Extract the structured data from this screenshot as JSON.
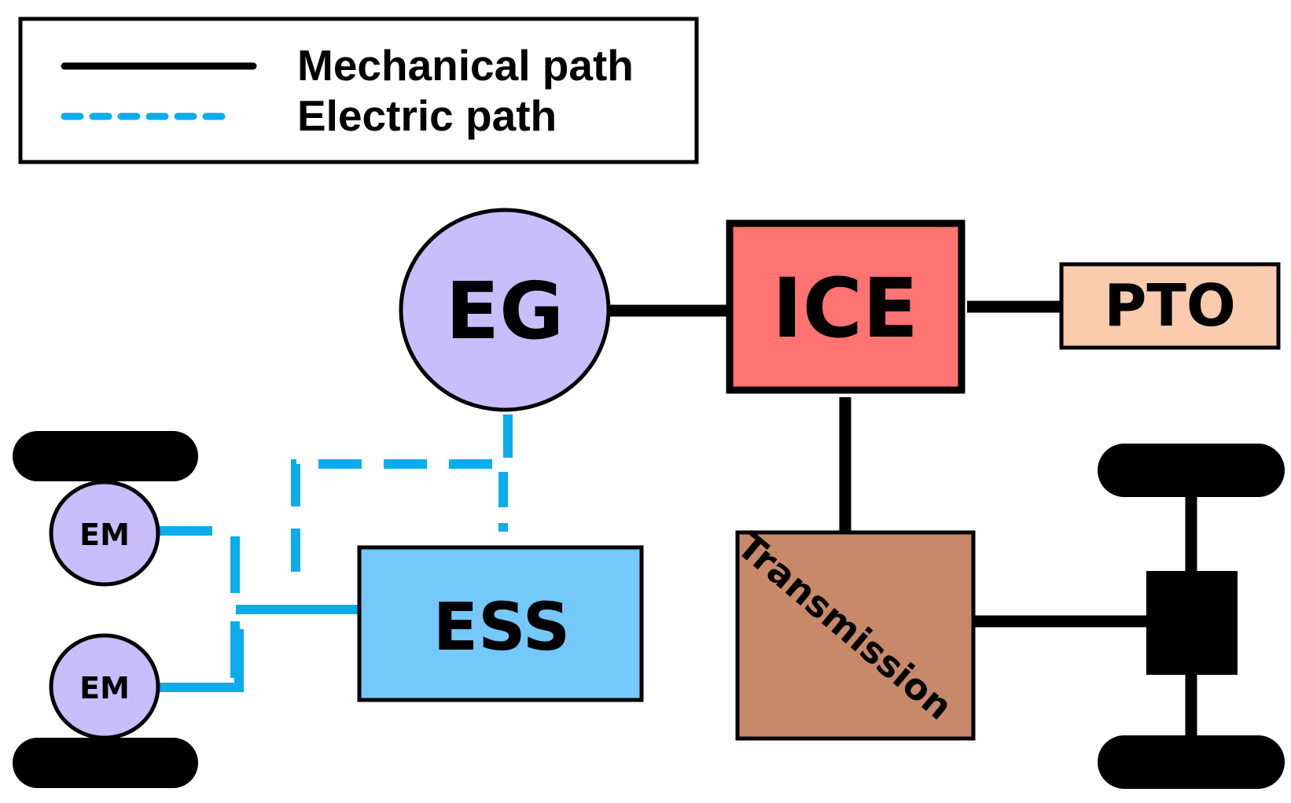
{
  "legend": {
    "mechanical_label": "Mechanical path",
    "electric_label": "Electric path"
  },
  "components": {
    "eg": "EG",
    "ice": "ICE",
    "pto": "PTO",
    "ess": "ESS",
    "transmission": "Transmission",
    "em_top": "EM",
    "em_bottom": "EM"
  },
  "colors": {
    "eg": "#C9BDFB",
    "em": "#C9BDFB",
    "ice": "#FF7373",
    "pto": "#FBCBAE",
    "ess": "#74C8FA",
    "transmission": "#C8896A",
    "electric_path": "#0AADEB",
    "mechanical_path": "#000000"
  }
}
